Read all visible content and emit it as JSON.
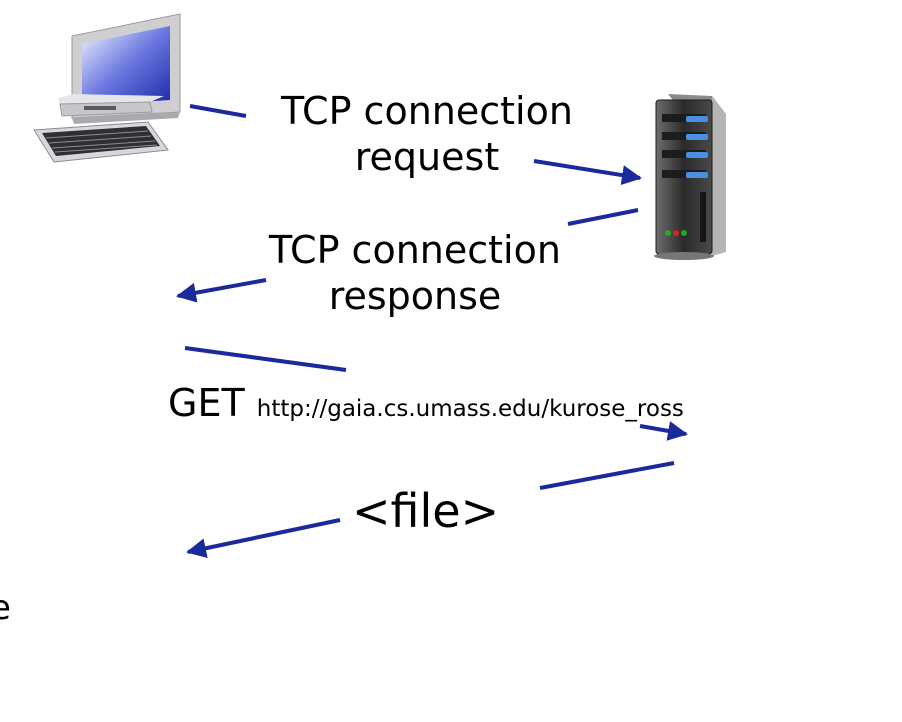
{
  "labels": {
    "tcp_request_line1": "TCP connection",
    "tcp_request_line2": "request",
    "tcp_response_line1": "TCP connection",
    "tcp_response_line2": "response",
    "get_method": "GET",
    "get_url": "http://gaia.cs.umass.edu/kurose_ross",
    "file": "<file>",
    "cut_off_char": "e"
  },
  "icons": {
    "client": "desktop-computer-icon",
    "server": "server-tower-icon"
  },
  "colors": {
    "arrow": "#1a2a9c",
    "text": "#000000",
    "server_led_green": "#22aa22",
    "server_led_red": "#dd2222",
    "server_bay_blue": "#4a90e2"
  }
}
